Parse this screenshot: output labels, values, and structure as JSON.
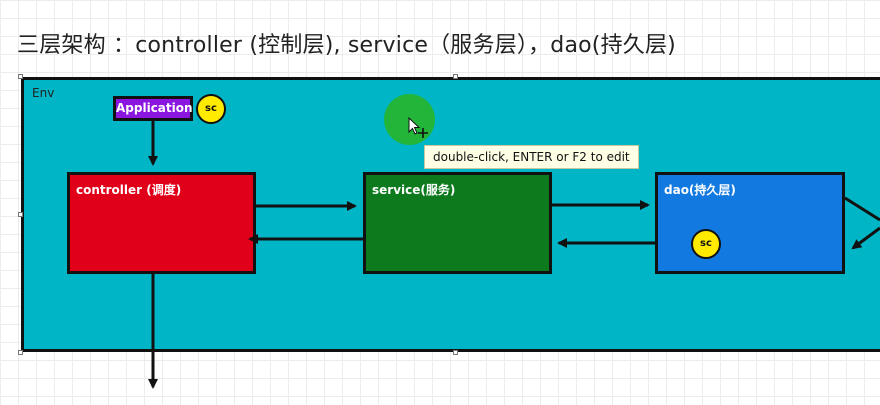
{
  "heading": "三层架构 ：controller (控制层),   service（服务层），dao(持久层)",
  "env": {
    "label": "Env"
  },
  "nodes": {
    "application": {
      "label": "Application"
    },
    "controller": {
      "label": "controller (调度)"
    },
    "service": {
      "label": "service(服务)"
    },
    "dao": {
      "label": "dao(持久层)"
    }
  },
  "badges": {
    "app_sc": "sc",
    "dao_sc": "sc"
  },
  "tooltip": "double-click, ENTER or F2 to edit",
  "colors": {
    "env": "#00b5c6",
    "controller": "#e0001a",
    "service": "#0d7a1e",
    "dao": "#1279e0",
    "application": "#8a16e0",
    "badge": "#ffea00",
    "cursor_highlight": "#22b53a"
  },
  "icons": {
    "cursor": "move-cursor-icon"
  }
}
